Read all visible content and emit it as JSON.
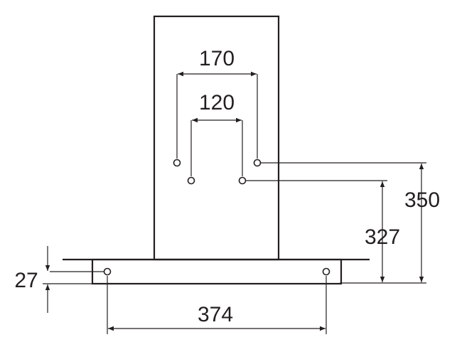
{
  "dimensions": {
    "hole_spacing_upper": "170",
    "hole_spacing_lower": "120",
    "height_upper_holes": "350",
    "height_lower_holes": "327",
    "shelf_thickness": "27",
    "shelf_hole_spacing": "374"
  },
  "colors": {
    "line": "#231f20",
    "background": "#ffffff"
  }
}
